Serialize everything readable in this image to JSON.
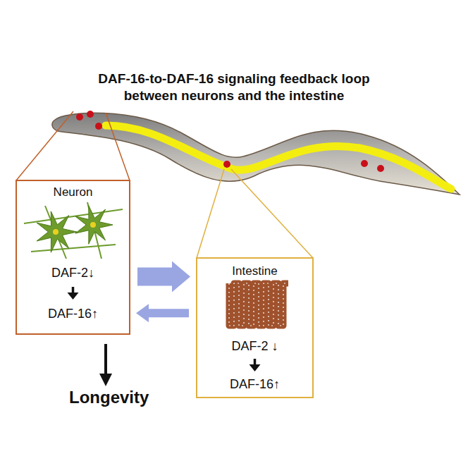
{
  "diagram": {
    "title": "DAF-16-to-DAF-16 signaling feedback loop between neurons and the intestine",
    "nodes": [
      {
        "text": [
          "Neuron",
          "DAF-2↓",
          "DAF-16↑"
        ]
      },
      {
        "text": [
          "Intestine",
          "DAF-2 ↓",
          "DAF-16↑"
        ]
      }
    ],
    "edges": [
      {
        "from": 0,
        "to": 1,
        "arrow": "to"
      },
      {
        "from": 1,
        "to": 0,
        "arrow": "to"
      }
    ],
    "labels": [
      "Longevity"
    ]
  }
}
